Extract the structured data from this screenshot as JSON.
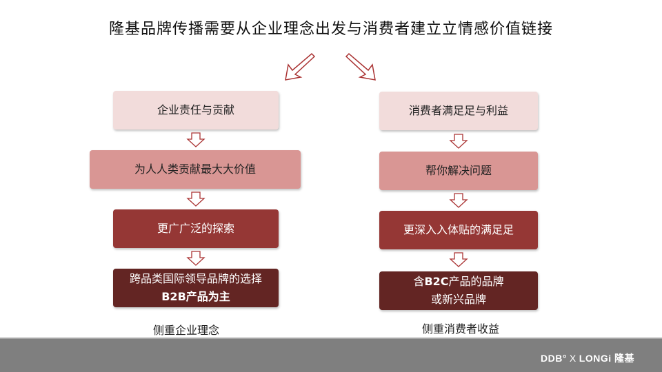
{
  "title": "隆基品牌传播需要从企业理念出发与消费者建立立情感价值链接",
  "left": {
    "boxes": [
      "企业责任与贡献",
      "为人人类贡献最大大价值",
      "更广广泛的探索"
    ],
    "box4_line1": "跨品类国际领导品牌的选择",
    "box4_line2": "B2B产品为主",
    "caption": "侧重企业理念"
  },
  "right": {
    "boxes": [
      "消费者满足足与利益",
      "帮你解决问题",
      "更深入入体贴的满足足"
    ],
    "box4_line1_pre": "含",
    "box4_line1_bold": "B2C",
    "box4_line1_post": "产品的品牌",
    "box4_line2": "或新兴品牌",
    "caption": "侧重消费者收益"
  },
  "footer": {
    "logo_ddb": "DDB°",
    "logo_x": "X",
    "logo_longi": "LONGi 隆基"
  },
  "colors": {
    "lvl1": "#f2dcdb",
    "lvl2": "#d99694",
    "lvl3": "#953735",
    "lvl4": "#632523",
    "footer": "#7f7f7f"
  }
}
